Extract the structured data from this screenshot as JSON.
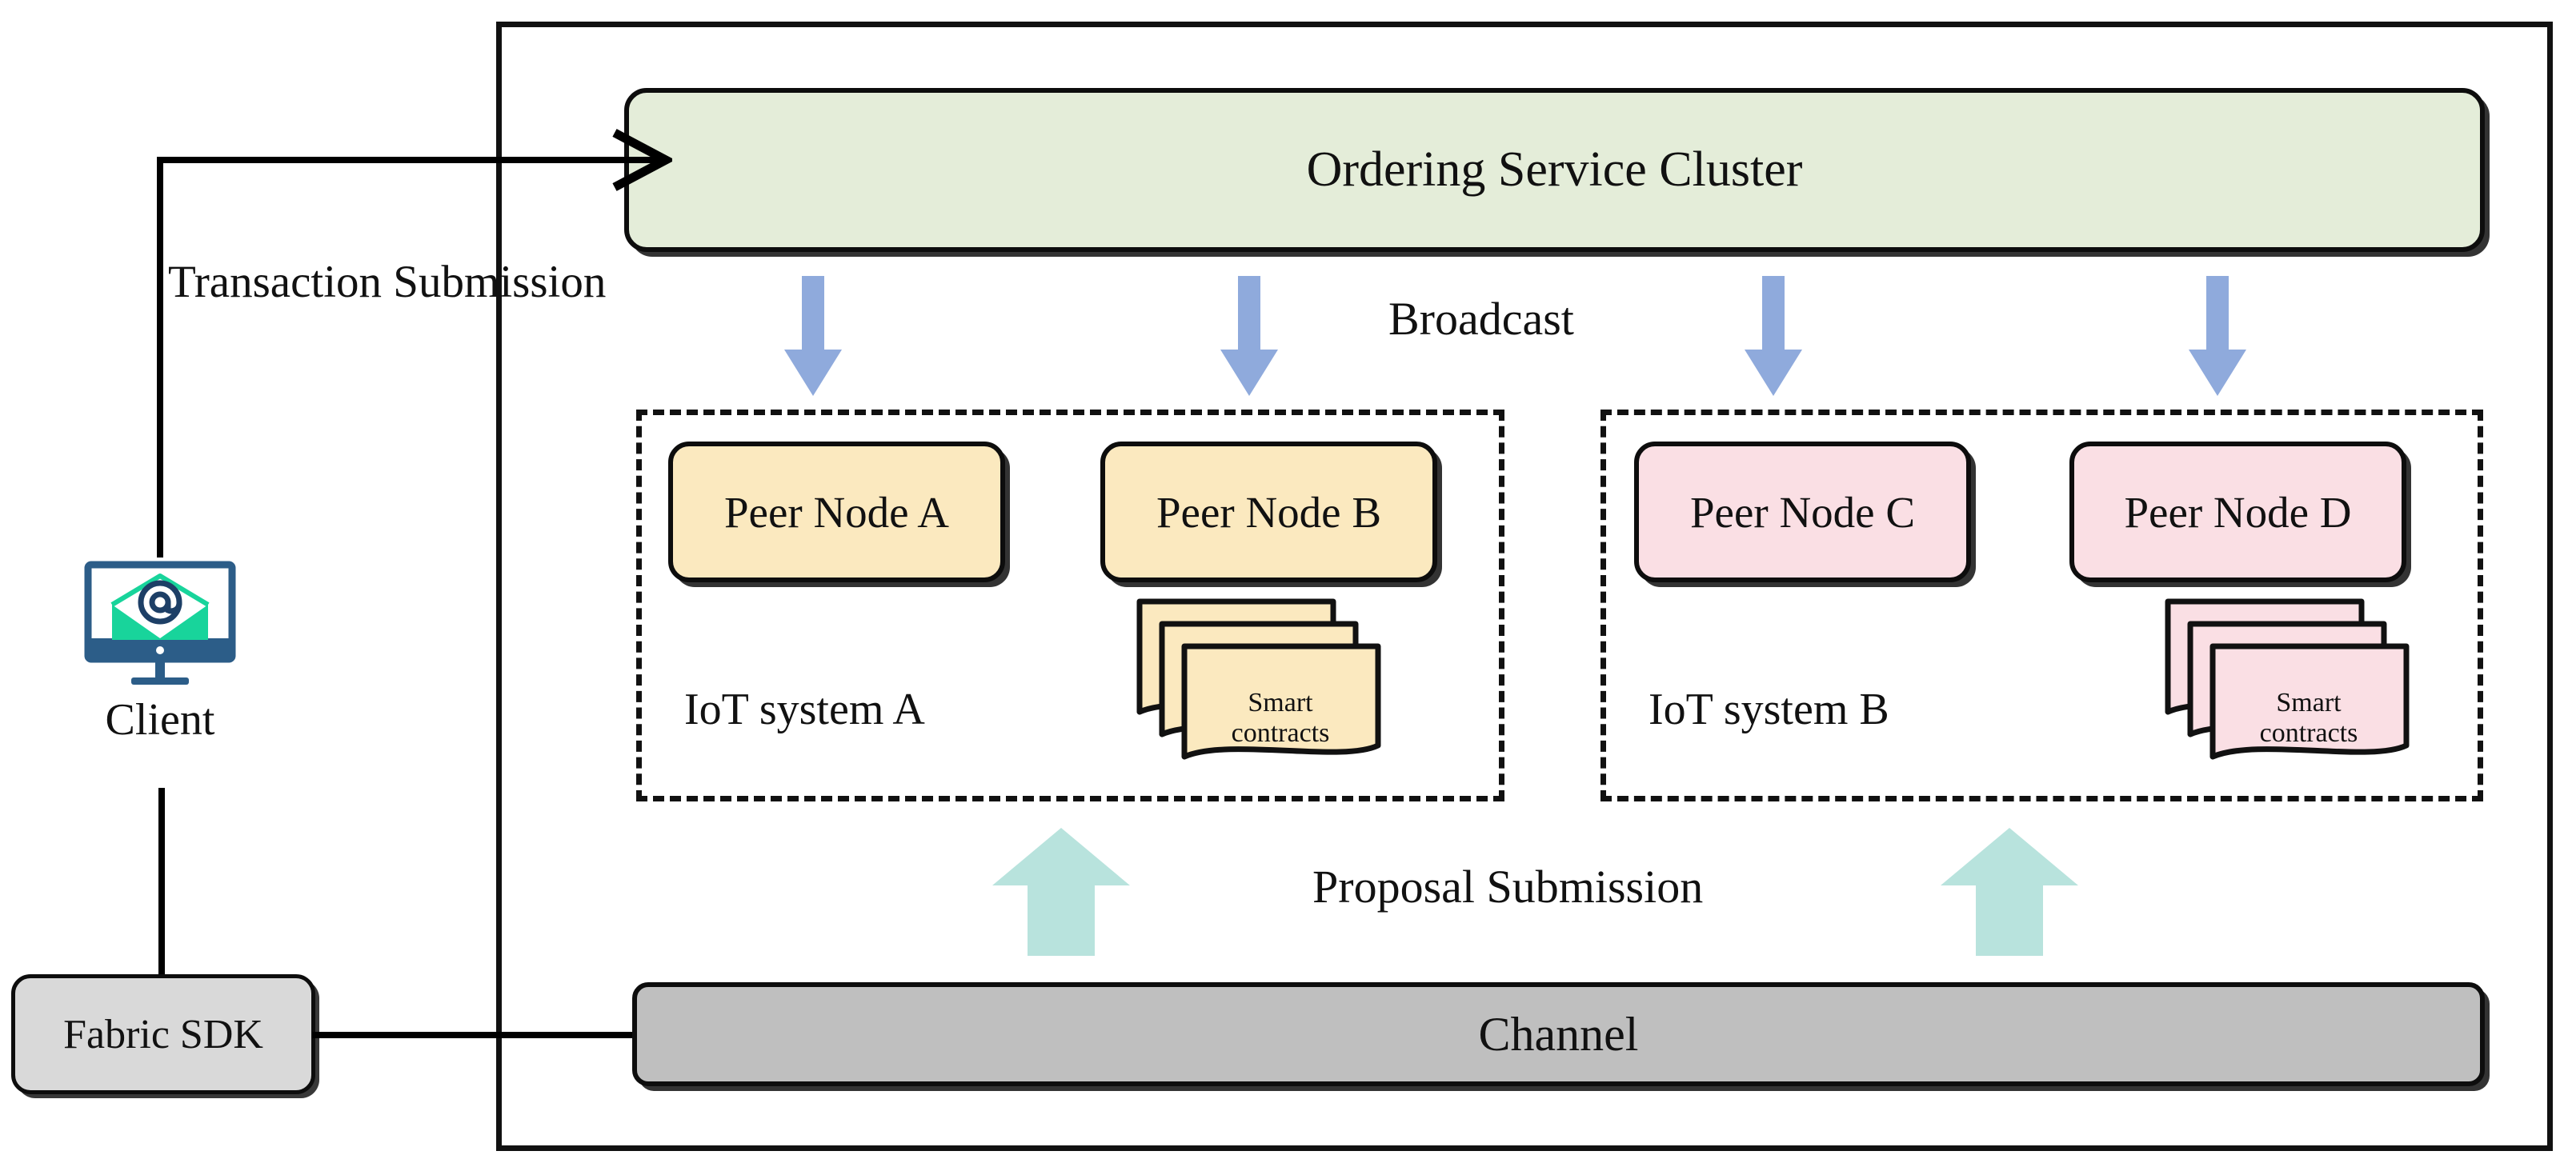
{
  "diagram": {
    "title": "Hyperledger Fabric IoT blockchain network architecture",
    "outer_boundary": {
      "name": "blockchain-network-boundary"
    },
    "ordering_service": {
      "label": "Ordering Service Cluster",
      "fill": "#e4edd9"
    },
    "channel": {
      "label": "Channel",
      "fill": "#bfbfbf"
    },
    "fabric_sdk": {
      "label": "Fabric SDK",
      "fill": "#d9d9d9"
    },
    "client": {
      "label": "Client",
      "icon": "monitor-envelope-at-icon"
    },
    "flow_labels": {
      "transaction_submission": "Transaction Submission",
      "broadcast": "Broadcast",
      "proposal_submission": "Proposal Submission"
    },
    "arrow_colors": {
      "broadcast": "#8faadc",
      "proposal": "#b8e3dd",
      "connector": "#000000"
    },
    "iot_systems": [
      {
        "label": "IoT system A",
        "fill": "#fbe9bf",
        "peers": [
          {
            "label": "Peer Node A"
          },
          {
            "label": "Peer Node B"
          }
        ],
        "smart_contracts": {
          "line1": "Smart",
          "line2": "contracts"
        }
      },
      {
        "label": "IoT system B",
        "fill": "#fadfe4",
        "peers": [
          {
            "label": "Peer Node C"
          },
          {
            "label": "Peer Node D"
          }
        ],
        "smart_contracts": {
          "line1": "Smart",
          "line2": "contracts"
        }
      }
    ]
  }
}
